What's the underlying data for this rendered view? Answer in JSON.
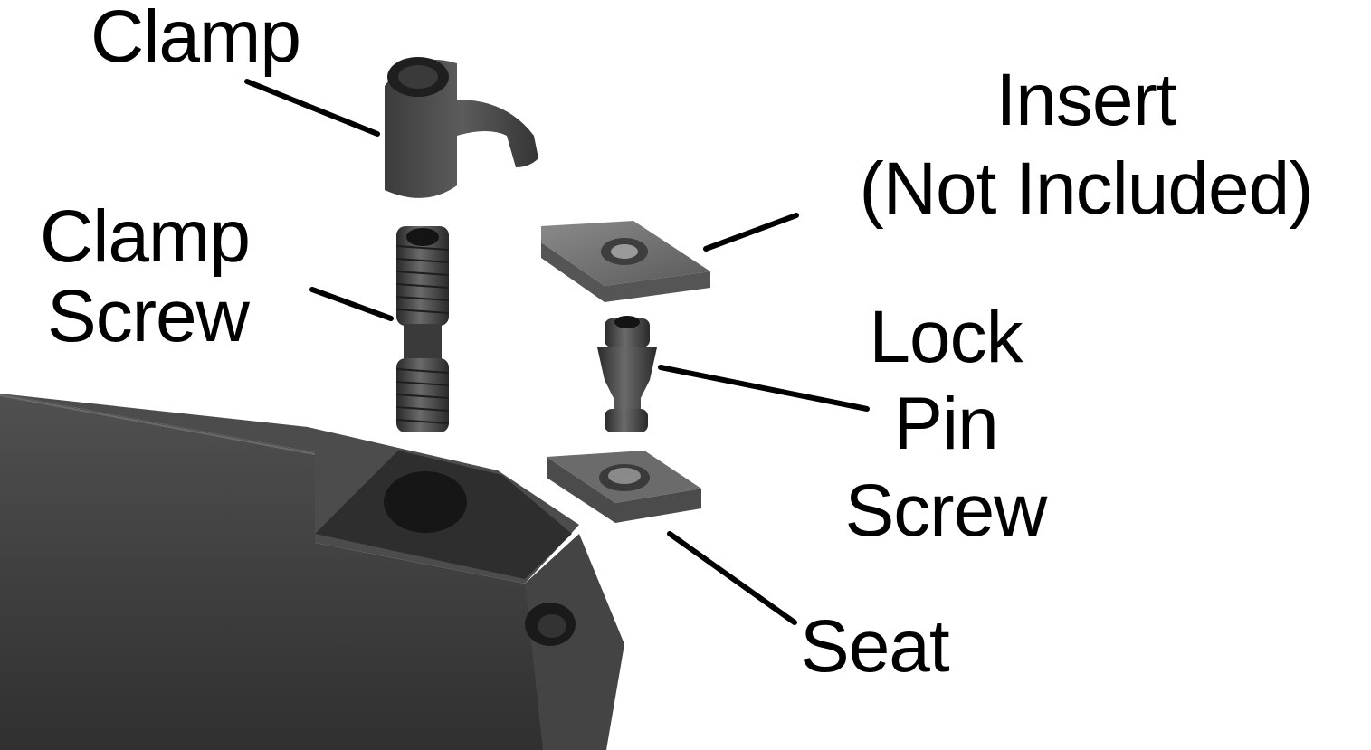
{
  "labels": {
    "clamp": "Clamp",
    "clamp_screw_line1": "Clamp",
    "clamp_screw_line2": "Screw",
    "insert_line1": "Insert",
    "insert_line2": "(Not Included)",
    "lock_pin_screw_line1": "Lock",
    "lock_pin_screw_line2": "Pin",
    "lock_pin_screw_line3": "Screw",
    "seat": "Seat"
  },
  "colors": {
    "background": "#ffffff",
    "text": "#000000",
    "tool_holder_body": "#3f3f3f",
    "tool_holder_top": "#565656",
    "clamp_part": "#4a4a4a",
    "screw_part": "#3b3b3b",
    "insert_part": "#6a6a6a",
    "seat_part": "#5f5f5f"
  }
}
